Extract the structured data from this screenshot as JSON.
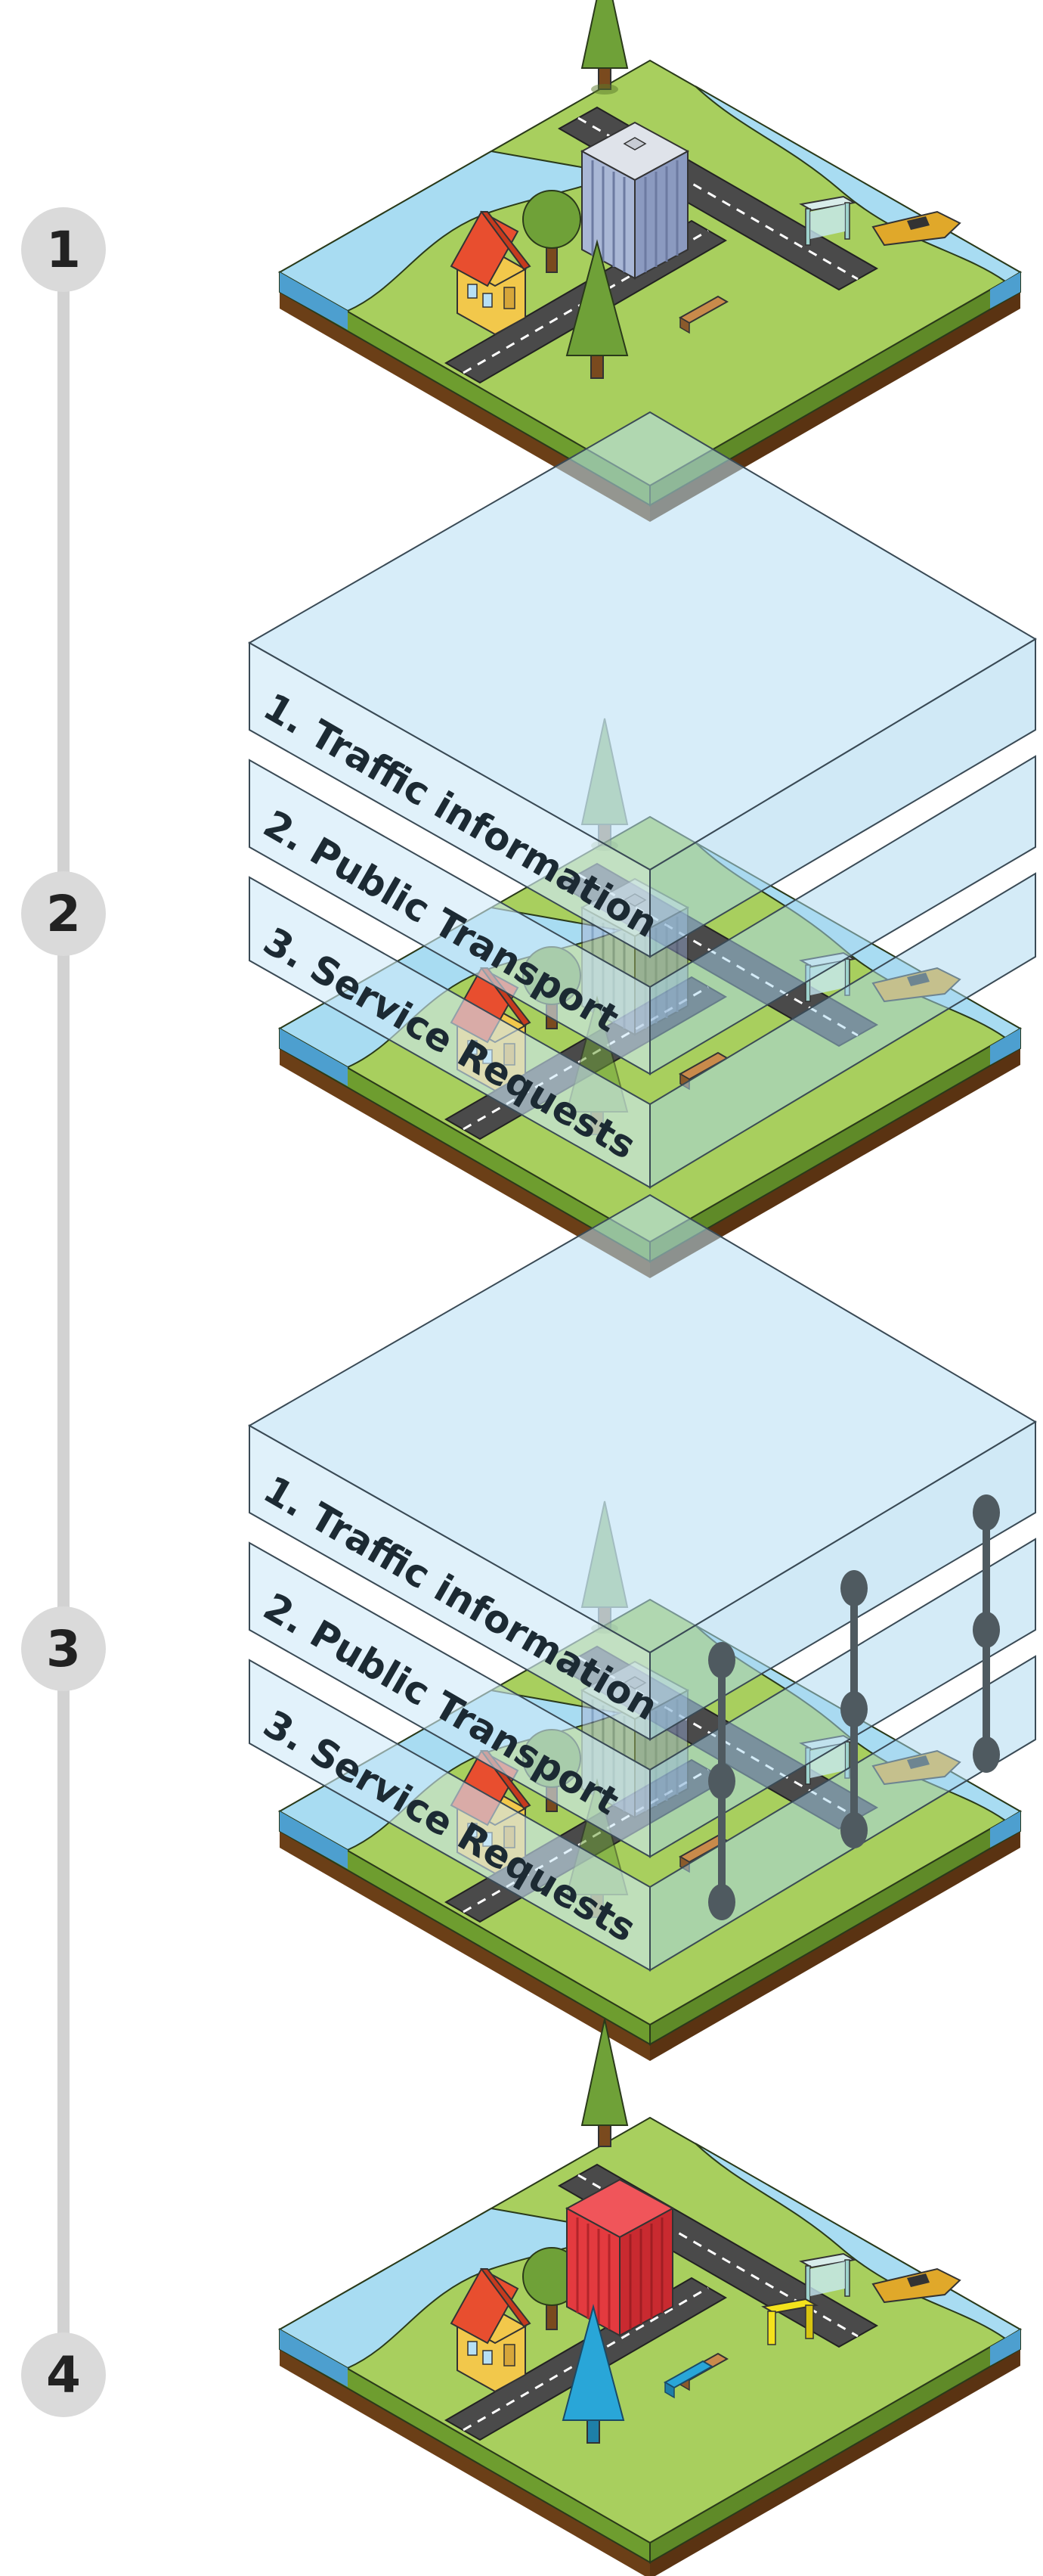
{
  "steps": [
    {
      "number": "1"
    },
    {
      "number": "2",
      "layers": [
        "1. Traffic information",
        "2. Public Transport",
        "3. Service Requests"
      ]
    },
    {
      "number": "3",
      "layers": [
        "1. Traffic information",
        "2. Public Transport",
        "3. Service Requests"
      ]
    },
    {
      "number": "4"
    }
  ],
  "colors": {
    "timeline": "#d2d2d2",
    "badge": "#dadada",
    "grass": "#a8cf5e",
    "grass_side": "#6e9d2f",
    "soil": "#6b3f17",
    "water": "#a8dcf2",
    "road": "#4a4a4a",
    "glass": "#bfe4f7",
    "glass_stroke": "#3a4a55",
    "link": "#4f5a60",
    "highlight_building": "#e43a3f",
    "highlight_tree": "#29a6d8",
    "highlight_stop": "#f4e21c"
  }
}
